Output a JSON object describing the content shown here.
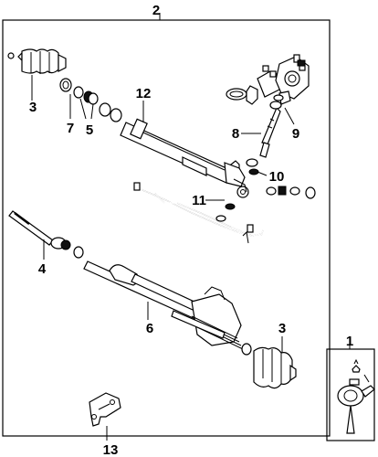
{
  "diagram": {
    "callouts": {
      "c1": "1",
      "c2": "2",
      "c3_upper": "3",
      "c3_lower": "3",
      "c4": "4",
      "c5": "5",
      "c6": "6",
      "c7": "7",
      "c8": "8",
      "c9": "9",
      "c10": "10",
      "c11": "11",
      "c12": "12",
      "c13": "13"
    }
  }
}
